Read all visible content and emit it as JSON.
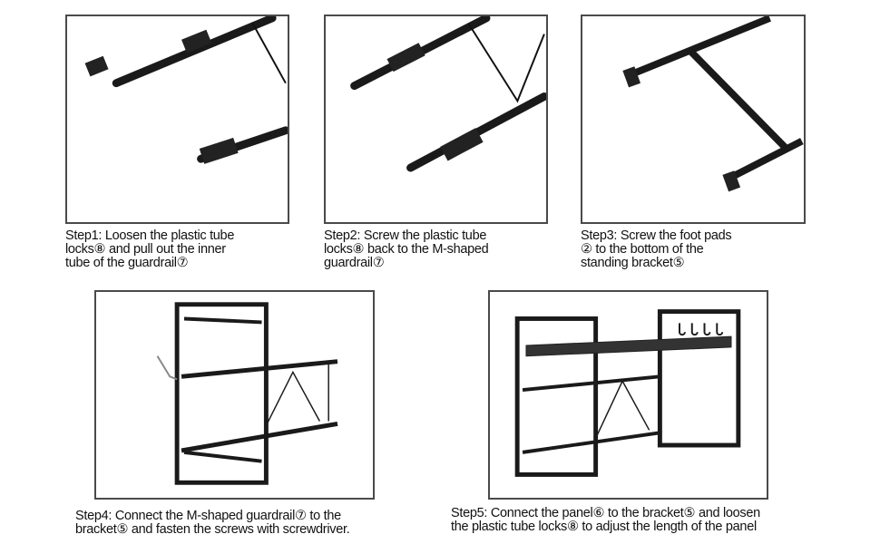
{
  "steps": [
    {
      "caption": "Step1: Loosen the plastic tube\nlocks⑧ and pull out the inner\ntube of the guardrail⑦"
    },
    {
      "caption": "Step2: Screw the plastic tube\nlocks⑧ back to the M-shaped\nguardrail⑦"
    },
    {
      "caption": "Step3:  Screw the foot pads\n② to the bottom of the\nstanding bracket⑤"
    },
    {
      "caption": "Step4: Connect the M-shaped guardrail⑦ to the\nbracket⑤ and fasten the screws with screwdriver."
    },
    {
      "caption": "Step5: Connect the panel⑥ to the bracket⑤ and loosen\nthe plastic tube locks⑧ to adjust the length of the panel"
    }
  ],
  "colors": {
    "frame": "#4a4a4a",
    "metal": "#1a1a1a"
  }
}
